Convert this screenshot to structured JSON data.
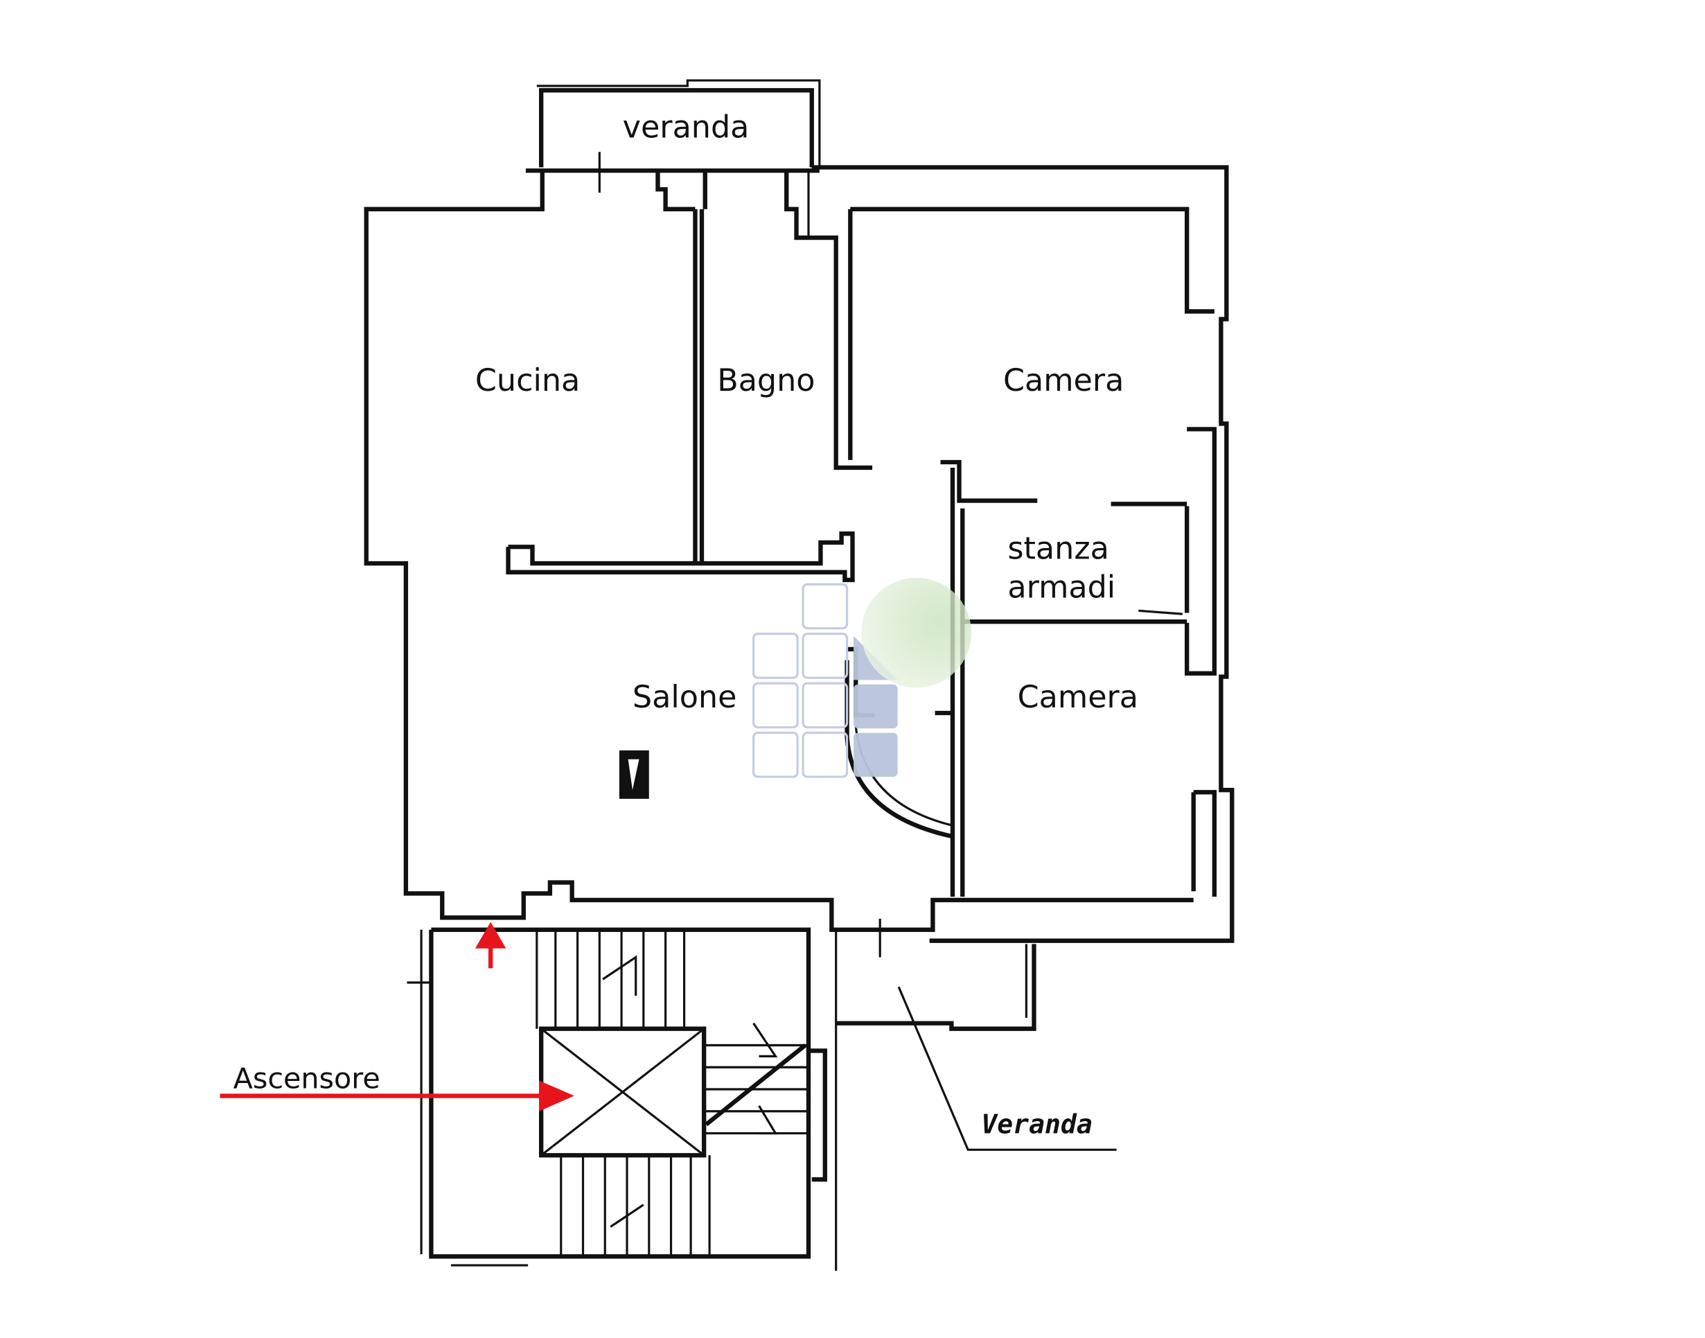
{
  "rooms": {
    "veranda_top": "veranda",
    "cucina": "Cucina",
    "bagno": "Bagno",
    "camera_1": "Camera",
    "stanza_armadi_1": "stanza",
    "stanza_armadi_2": "armadi",
    "camera_2": "Camera",
    "salone": "Salone",
    "veranda_bottom": "Veranda"
  },
  "annotations": {
    "ascensore": "Ascensore"
  },
  "colors": {
    "wall": "#111111",
    "arrow": "#e8141b",
    "watermark_blue": "#b9c4dc",
    "watermark_green": "#cfe6c4"
  }
}
